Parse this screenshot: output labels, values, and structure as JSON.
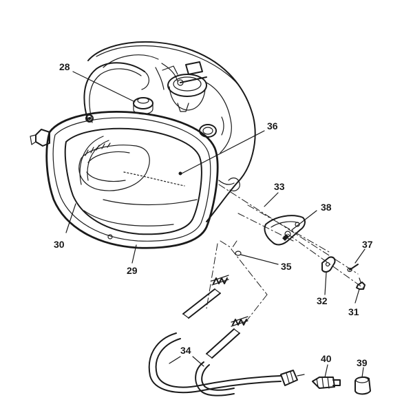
{
  "callouts": {
    "c28": "28",
    "c36": "36",
    "c33": "33",
    "c38": "38",
    "c37": "37",
    "c30": "30",
    "c29": "29",
    "c35": "35",
    "c32": "32",
    "c31": "31",
    "c34": "34",
    "c40": "40",
    "c39": "39"
  }
}
